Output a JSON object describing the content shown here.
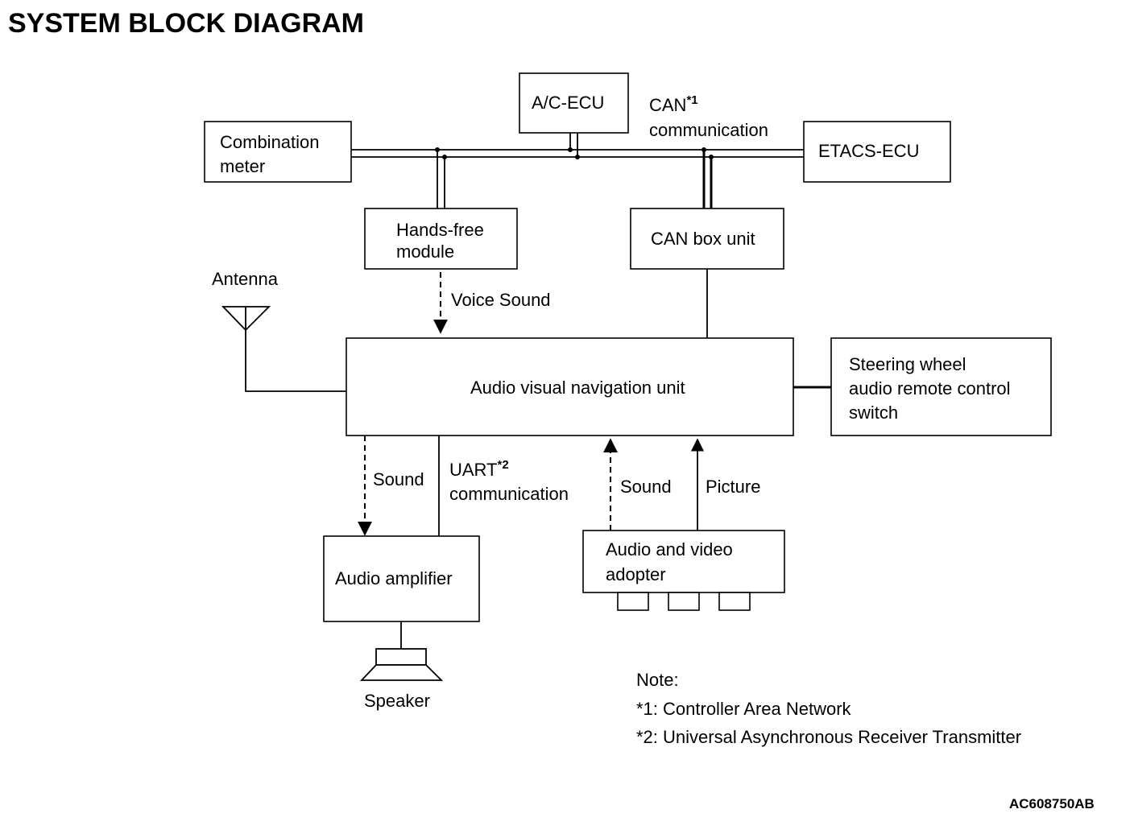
{
  "title": "SYSTEM BLOCK DIAGRAM",
  "blocks": {
    "combination_meter": [
      "Combination",
      "meter"
    ],
    "ac_ecu": [
      "A/C-ECU"
    ],
    "etacs_ecu": [
      "ETACS-ECU"
    ],
    "hands_free": [
      "Hands-free",
      "module"
    ],
    "can_box": [
      "CAN box unit"
    ],
    "avn_unit": [
      "Audio visual navigation unit"
    ],
    "steering_switch": [
      "Steering wheel",
      "audio remote control",
      "switch"
    ],
    "audio_amplifier": [
      "Audio amplifier"
    ],
    "av_adopter": [
      "Audio and video",
      "adopter"
    ]
  },
  "labels": {
    "can": "CAN",
    "can_mark": "*1",
    "can_comm": "communication",
    "uart": "UART",
    "uart_mark": "*2",
    "uart_comm": "communication",
    "voice_sound": "Voice Sound",
    "sound_amp": "Sound",
    "sound_av": "Sound",
    "picture": "Picture",
    "antenna": "Antenna",
    "speaker": "Speaker"
  },
  "notes": {
    "heading": "Note:",
    "items": [
      "*1: Controller Area Network",
      "*2: Universal Asynchronous Receiver Transmitter"
    ]
  },
  "figure_code": "AC608750AB"
}
